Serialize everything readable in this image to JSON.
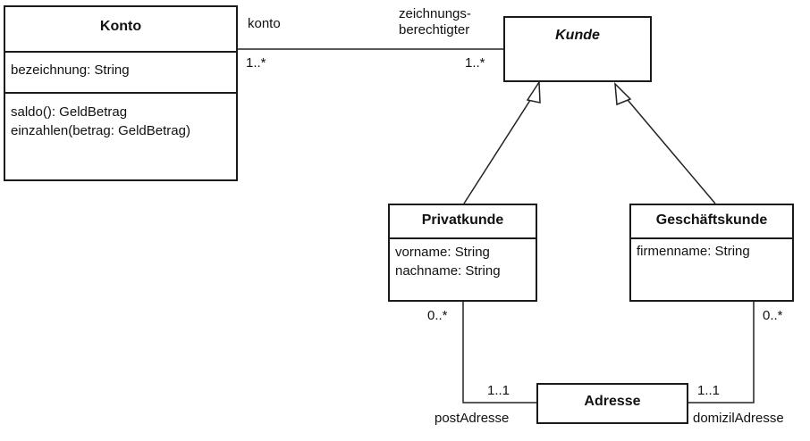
{
  "classes": {
    "konto": {
      "name": "Konto",
      "attributes": [
        "bezeichnung: String"
      ],
      "methods": [
        "saldo(): GeldBetrag",
        "einzahlen(betrag: GeldBetrag)"
      ]
    },
    "kunde": {
      "name": "Kunde",
      "abstract": true
    },
    "privatkunde": {
      "name": "Privatkunde",
      "attributes": [
        "vorname: String",
        "nachname: String"
      ]
    },
    "geschaeftskunde": {
      "name": "Geschäftskunde",
      "attributes": [
        "firmenname: String"
      ]
    },
    "adresse": {
      "name": "Adresse"
    }
  },
  "associations": {
    "konto_kunde": {
      "role_konto": "konto",
      "role_kunde_line1": "zeichnungs-",
      "role_kunde_line2": "berechtigter",
      "mult_konto_end": "1..*",
      "mult_kunde_end": "1..*"
    },
    "privat_adresse": {
      "mult_privat_end": "0..*",
      "mult_adresse_end": "1..1",
      "role": "postAdresse"
    },
    "geschaeft_adresse": {
      "mult_geschaeft_end": "0..*",
      "mult_adresse_end": "1..1",
      "role": "domizilAdresse"
    }
  }
}
